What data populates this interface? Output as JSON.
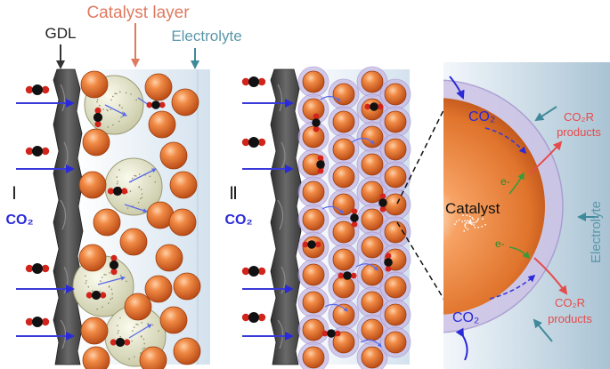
{
  "labels": {
    "catalyst_layer": "Catalyst layer",
    "gdl": "GDL",
    "electrolyte": "Electrolyte",
    "panel_1": "Ⅰ",
    "panel_2": "Ⅱ",
    "co2": "CO₂",
    "zoom_co2_top": "CO₂",
    "zoom_co2_bottom": "CO₂",
    "co2r_products_top": [
      "CO₂R",
      "products"
    ],
    "co2r_products_bottom": [
      "CO₂R",
      "products"
    ],
    "electron_top": "e-",
    "electron_bottom": "e-",
    "catalyst": "Catalyst",
    "electrolyte_vertical": "Electrolyte"
  },
  "colors": {
    "catalyst_layer_text": "#e07a5f",
    "gdl_text": "#222222",
    "electrolyte_text": "#5b97a8",
    "co2_blue": "#2a2ad8",
    "products_red": "#e64b4b",
    "electron_green": "#3a9a3a",
    "particle_orange": "#e8733a",
    "gdl_gray": "#4a4a4a",
    "bubble": "#e9ead2",
    "ionomer": "#b9abd6"
  }
}
